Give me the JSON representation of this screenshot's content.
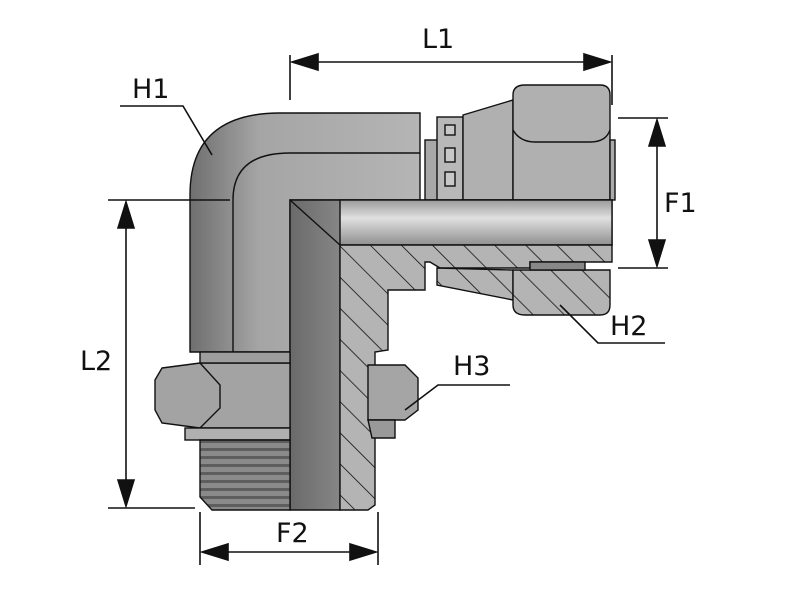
{
  "drawing": {
    "labels": {
      "L1": "L1",
      "L2": "L2",
      "F1": "F1",
      "F2": "F2",
      "H1": "H1",
      "H2": "H2",
      "H3": "H3"
    },
    "colors": {
      "body": "#a9a9a9",
      "dark": "#6e6e6e",
      "light": "#d0d0d0",
      "line": "#111111"
    }
  }
}
